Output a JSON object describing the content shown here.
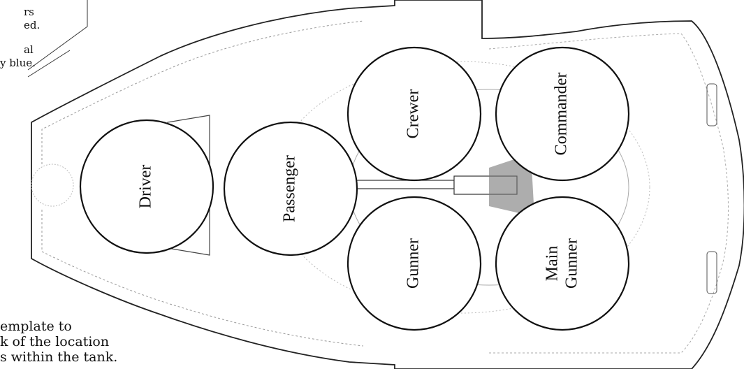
{
  "notes": {
    "top_line1": "rs",
    "top_line2": "ed.",
    "top_line3": "al",
    "top_line4": "y blue.",
    "bottom_line1": "emplate to",
    "bottom_line2": "k of the location",
    "bottom_line3": "s within the tank."
  },
  "seats": {
    "driver": "Driver",
    "passenger": "Passenger",
    "crewer": "Crewer",
    "commander": "Commander",
    "gunner": "Gunner",
    "main_gunner_line1": "Main",
    "main_gunner_line2": "Gunner"
  }
}
